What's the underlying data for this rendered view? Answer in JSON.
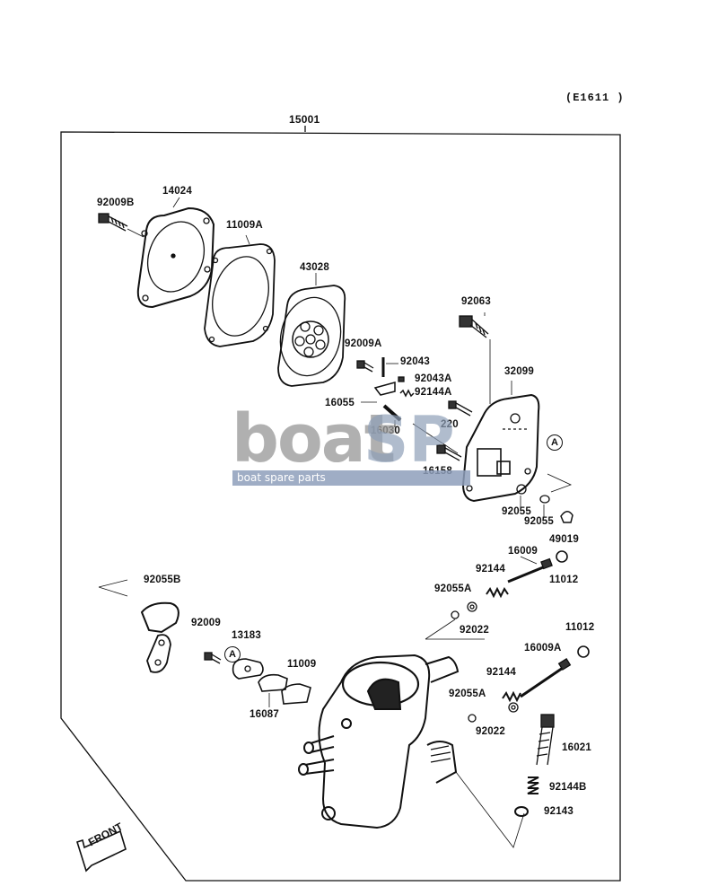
{
  "diagram_code": "(E1611 )",
  "assembly_label": "15001",
  "watermark": {
    "brand": "boat",
    "suffix": "SP",
    "tagline": "boat spare parts"
  },
  "front_marker": "FRONT",
  "ref_marker": "A",
  "labels": {
    "p92009B": "92009B",
    "p14024": "14024",
    "p11009A": "11009A",
    "p43028": "43028",
    "p92063": "92063",
    "p92009A": "92009A",
    "p92043": "92043",
    "p32099": "32099",
    "p92043A": "92043A",
    "p92144A": "92144A",
    "p16055": "16055",
    "p220": "220",
    "p16030": "16030",
    "p16158": "16158",
    "p92055a": "92055",
    "p92055b": "92055",
    "p49019": "49019",
    "p16009": "16009",
    "p92144a": "92144",
    "p11012a": "11012",
    "p92055B": "92055B",
    "p92055A_1": "92055A",
    "p92022_1": "92022",
    "p92009": "92009",
    "p13183": "13183",
    "p11012b": "11012",
    "p16009A": "16009A",
    "p11009": "11009",
    "p92144b": "92144",
    "p16087": "16087",
    "p92055A_2": "92055A",
    "p92022_2": "92022",
    "p16021": "16021",
    "p92144B": "92144B",
    "p92143": "92143"
  }
}
